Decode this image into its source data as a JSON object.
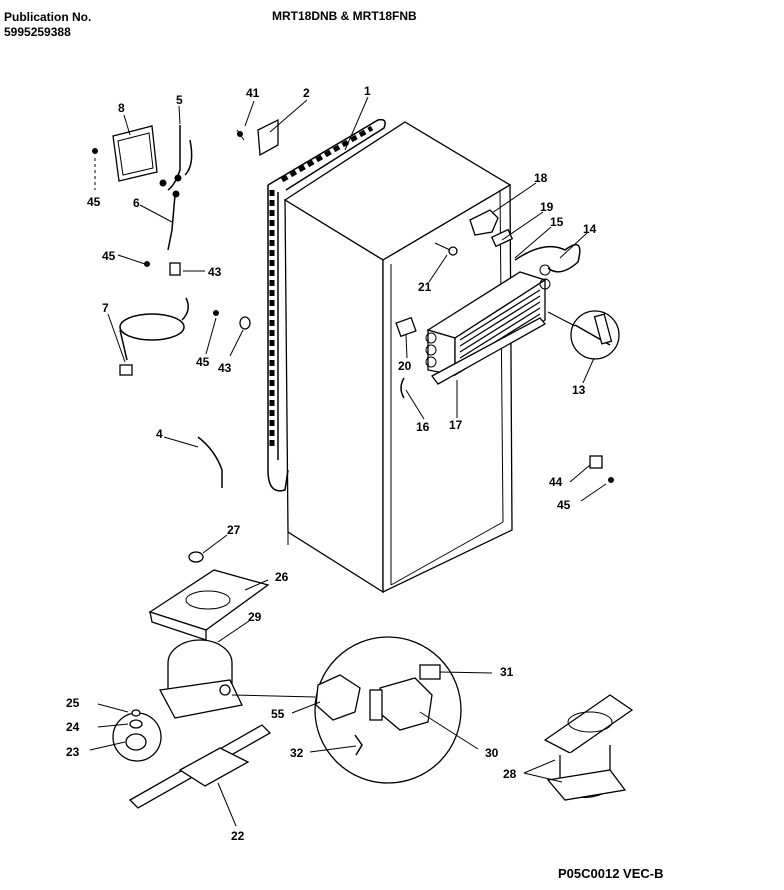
{
  "header": {
    "publication_label": "Publication No.",
    "publication_number": "5995259388",
    "models": "MRT18DNB & MRT18FNB"
  },
  "footer": {
    "diagram_code": "P05C0012 VEC-B"
  },
  "callouts": {
    "p1": "1",
    "p2": "2",
    "p4": "4",
    "p5": "5",
    "p6": "6",
    "p7": "7",
    "p8": "8",
    "p13": "13",
    "p14": "14",
    "p15": "15",
    "p16": "16",
    "p17": "17",
    "p18": "18",
    "p19": "19",
    "p20": "20",
    "p21": "21",
    "p22": "22",
    "p23": "23",
    "p24": "24",
    "p25": "25",
    "p26": "26",
    "p27": "27",
    "p28": "28",
    "p29": "29",
    "p30": "30",
    "p31": "31",
    "p32": "32",
    "p41": "41",
    "p43a": "43",
    "p43b": "43",
    "p44": "44",
    "p45a": "45",
    "p45b": "45",
    "p45c": "45",
    "p45d": "45",
    "p55": "55"
  }
}
